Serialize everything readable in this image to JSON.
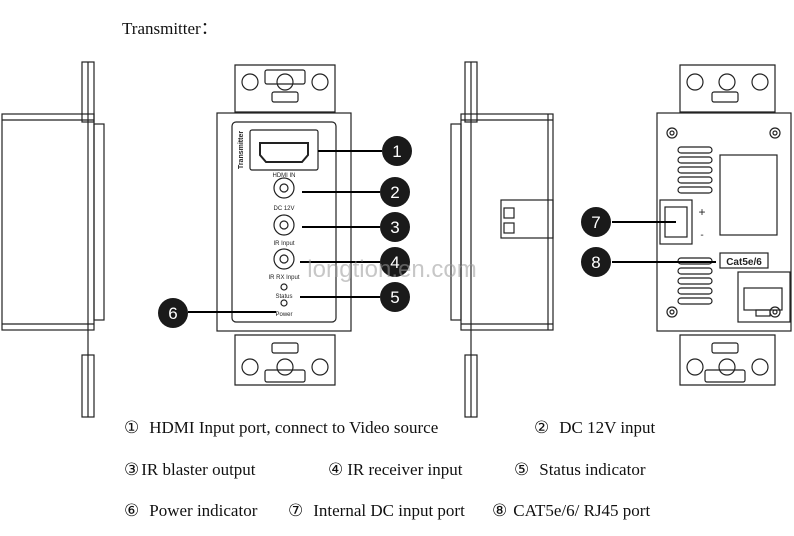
{
  "title": "Transmitter：",
  "device": {
    "label": "Transmitter",
    "hdmi_label": "HDMI IN",
    "dc_label": "DC 12V",
    "ir_label": "IR Input",
    "irrx_label": "IR RX Input",
    "status_label": "Status",
    "power_label": "Power",
    "plus": "+",
    "minus": "-",
    "cat_label": "Cat5e/6"
  },
  "watermark": "longtion.en.com",
  "callouts": [
    "1",
    "2",
    "3",
    "4",
    "5",
    "6",
    "7",
    "8"
  ],
  "legend": [
    {
      "num": "①",
      "text": "HDMI Input port, connect to Video source"
    },
    {
      "num": "②",
      "text": "DC 12V input"
    },
    {
      "num": "③",
      "text": "IR blaster output"
    },
    {
      "num": "④",
      "text": "IR receiver input"
    },
    {
      "num": "⑤",
      "text": "Status indicator"
    },
    {
      "num": "⑥",
      "text": "Power indicator"
    },
    {
      "num": "⑦",
      "text": "Internal DC input port"
    },
    {
      "num": "⑧",
      "text": "CAT5e/6/ RJ45 port"
    }
  ]
}
